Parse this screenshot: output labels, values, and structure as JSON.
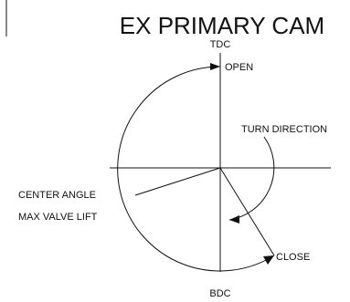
{
  "title": "EX PRIMARY CAM",
  "labels": {
    "tdc": "TDC",
    "bdc": "BDC",
    "open": "OPEN",
    "close": "CLOSE",
    "turn_direction": "TURN DIRECTION",
    "center_angle": "CENTER ANGLE",
    "max_valve_lift": "MAX VALVE LIFT"
  }
}
